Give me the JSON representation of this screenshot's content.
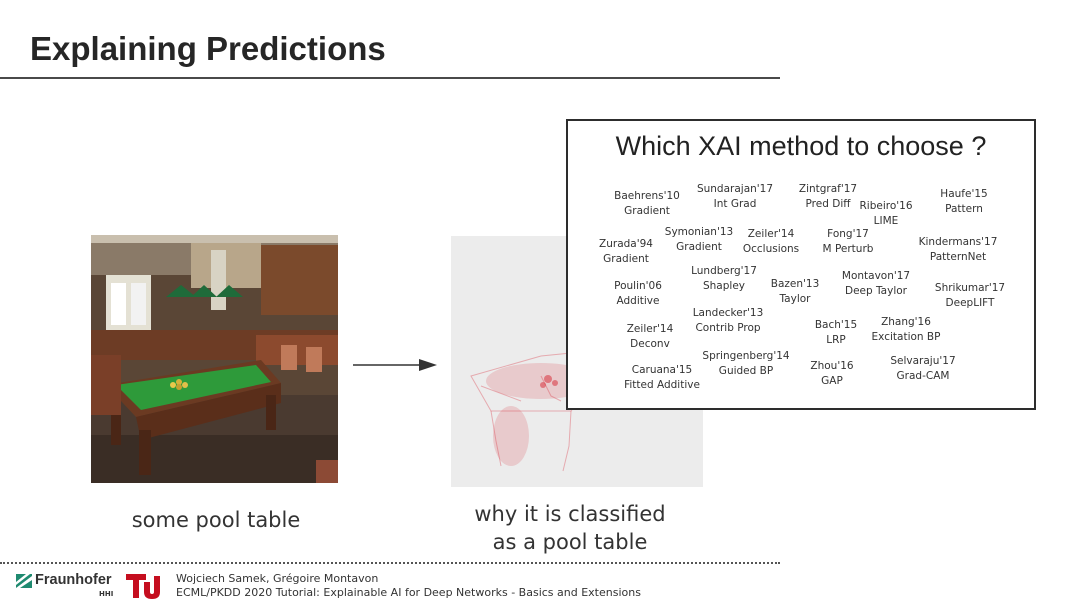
{
  "slide": {
    "title": "Explaining Predictions",
    "caption_left": "some pool table",
    "caption_right_line1": "why it is classified",
    "caption_right_line2": "as a pool table"
  },
  "xai": {
    "title": "Which XAI method to choose ?",
    "methods": [
      {
        "line1": "Baehrens'10",
        "line2": "Gradient"
      },
      {
        "line1": "Sundarajan'17",
        "line2": "Int Grad"
      },
      {
        "line1": "Zintgraf'17",
        "line2": "Pred Diff"
      },
      {
        "line1": "Ribeiro'16",
        "line2": "LIME"
      },
      {
        "line1": "Haufe'15",
        "line2": "Pattern"
      },
      {
        "line1": "Symonian'13",
        "line2": "Gradient"
      },
      {
        "line1": "Zeiler'14",
        "line2": "Occlusions"
      },
      {
        "line1": "Fong'17",
        "line2": "M Perturb"
      },
      {
        "line1": "Zurada'94",
        "line2": "Gradient"
      },
      {
        "line1": "Kindermans'17",
        "line2": "PatternNet"
      },
      {
        "line1": "Lundberg'17",
        "line2": "Shapley"
      },
      {
        "line1": "Montavon'17",
        "line2": "Deep Taylor"
      },
      {
        "line1": "Bazen'13",
        "line2": "Taylor"
      },
      {
        "line1": "Poulin'06",
        "line2": "Additive"
      },
      {
        "line1": "Shrikumar'17",
        "line2": "DeepLIFT"
      },
      {
        "line1": "Landecker'13",
        "line2": "Contrib Prop"
      },
      {
        "line1": "Zeiler'14",
        "line2": "Deconv"
      },
      {
        "line1": "Bach'15",
        "line2": "LRP"
      },
      {
        "line1": "Zhang'16",
        "line2": "Excitation BP"
      },
      {
        "line1": "Springenberg'14",
        "line2": "Guided BP"
      },
      {
        "line1": "Caruana'15",
        "line2": "Fitted Additive"
      },
      {
        "line1": "Zhou'16",
        "line2": "GAP"
      },
      {
        "line1": "Selvaraju'17",
        "line2": "Grad-CAM"
      }
    ]
  },
  "footer": {
    "org1": "Fraunhofer",
    "org1_sub": "HHI",
    "authors": "Wojciech Samek, Grégoire Montavon",
    "event": "ECML/PKDD 2020 Tutorial: Explainable AI for Deep Networks - Basics and Extensions"
  },
  "icons": {
    "fraunhofer_logo": "fraunhofer-logo-icon",
    "tu_logo": "tu-berlin-logo-icon",
    "arrow": "arrow-right-icon"
  },
  "colors": {
    "fraunhofer_green": "#1f8a70",
    "tu_red": "#c50e1f",
    "heatmap_red": "#d9313e"
  }
}
